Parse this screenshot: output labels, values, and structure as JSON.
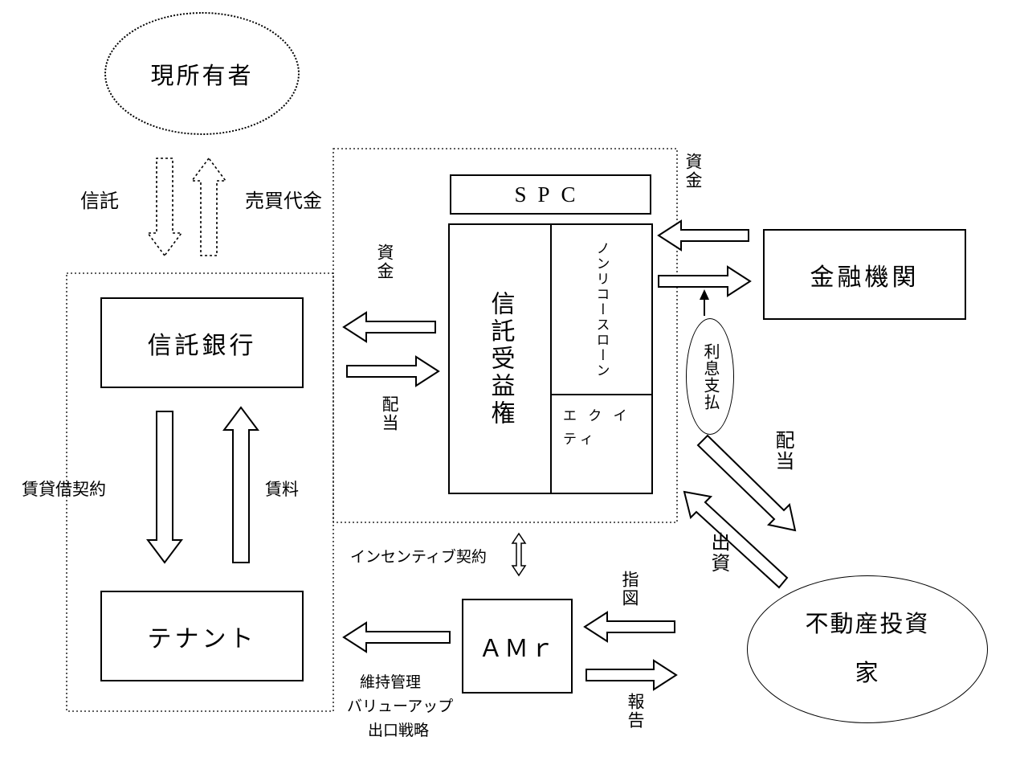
{
  "diagram": {
    "nodes": {
      "current_owner": "現所有者",
      "trust_bank": "信託銀行",
      "tenant": "テナント",
      "spc": "SPC",
      "trust_beneficiary_right": "信託受益権",
      "non_recourse_loan": "ノンリコースローン",
      "equity": "エ ク イ\nティ",
      "financial_institution": "金融機関",
      "interest_payment": "利息支払",
      "real_estate_investor": "不動産投資\n家",
      "asset_manager": "ＡＭｒ"
    },
    "labels": {
      "trust": "信託",
      "sale_proceeds": "売買代金",
      "funds_left": "資金",
      "dividend_left": "配当",
      "funds_right": "資金",
      "dividend_right": "配当",
      "investment": "出資",
      "instruction": "指図",
      "report": "報告",
      "incentive_contract": "インセンティブ契約",
      "maintenance": "維持管理",
      "value_up": "バリューアップ",
      "exit_strategy": "出口戦略",
      "lease_contract": "賃貸借契約",
      "rent": "賃料"
    },
    "colors": {
      "ink": "#000000",
      "background": "#ffffff"
    }
  }
}
